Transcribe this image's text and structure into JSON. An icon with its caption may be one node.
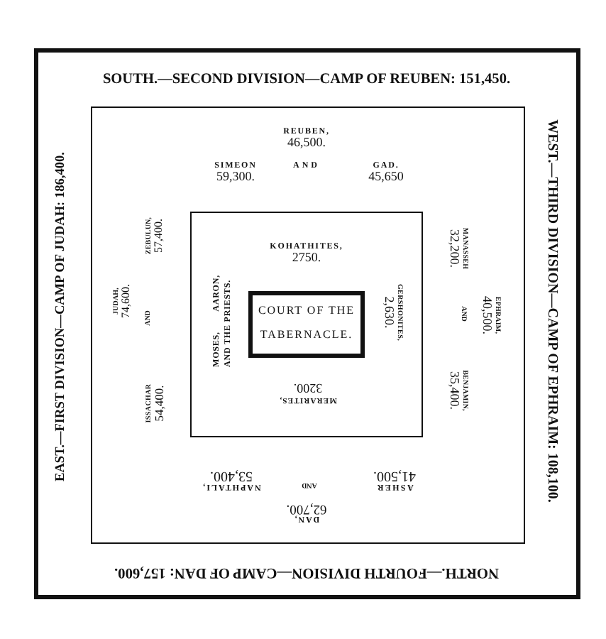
{
  "diagram": {
    "nodes": [
      {
        "text": [
          "SOUTH.—SECOND DIVISION—CAMP OF REUBEN: 151,450.",
          "EAST.—FIRST DIVISION—CAMP OF JUDAH: 186,400.",
          "WEST.—THIRD DIVISION—CAMP OF EPHRAIM: 108,100.",
          "NORTH.—FOURTH DIVISION—CAMP OF DAN: 157,600."
        ]
      },
      {
        "text": [
          "REUBEN, 46,500.",
          "SIMEON 59,300.",
          "AND",
          "GAD. 45,650",
          "JUDAH, 74,600.",
          "ISSACHAR 54,400.",
          "AND",
          "ZEBULUN, 57,400.",
          "EPHRAIM, 40,500.",
          "MANASSEH 32,200.",
          "AND",
          "BENJAMIN, 35,400.",
          "DAN, 62,700.",
          "ASHER 41,500.",
          "AND",
          "NAPHTALI, 53,400."
        ],
        "in": 0
      },
      {
        "text": [
          "KOHATHITES, 2750.",
          "MOSES, AARON, AND THE PRIESTS.",
          "GERSHONITES, 2,630.",
          "MERARITES, 3200."
        ],
        "in": 1
      },
      {
        "text": [
          "COURT OF THE TABERNACLE."
        ],
        "in": 2
      }
    ]
  }
}
